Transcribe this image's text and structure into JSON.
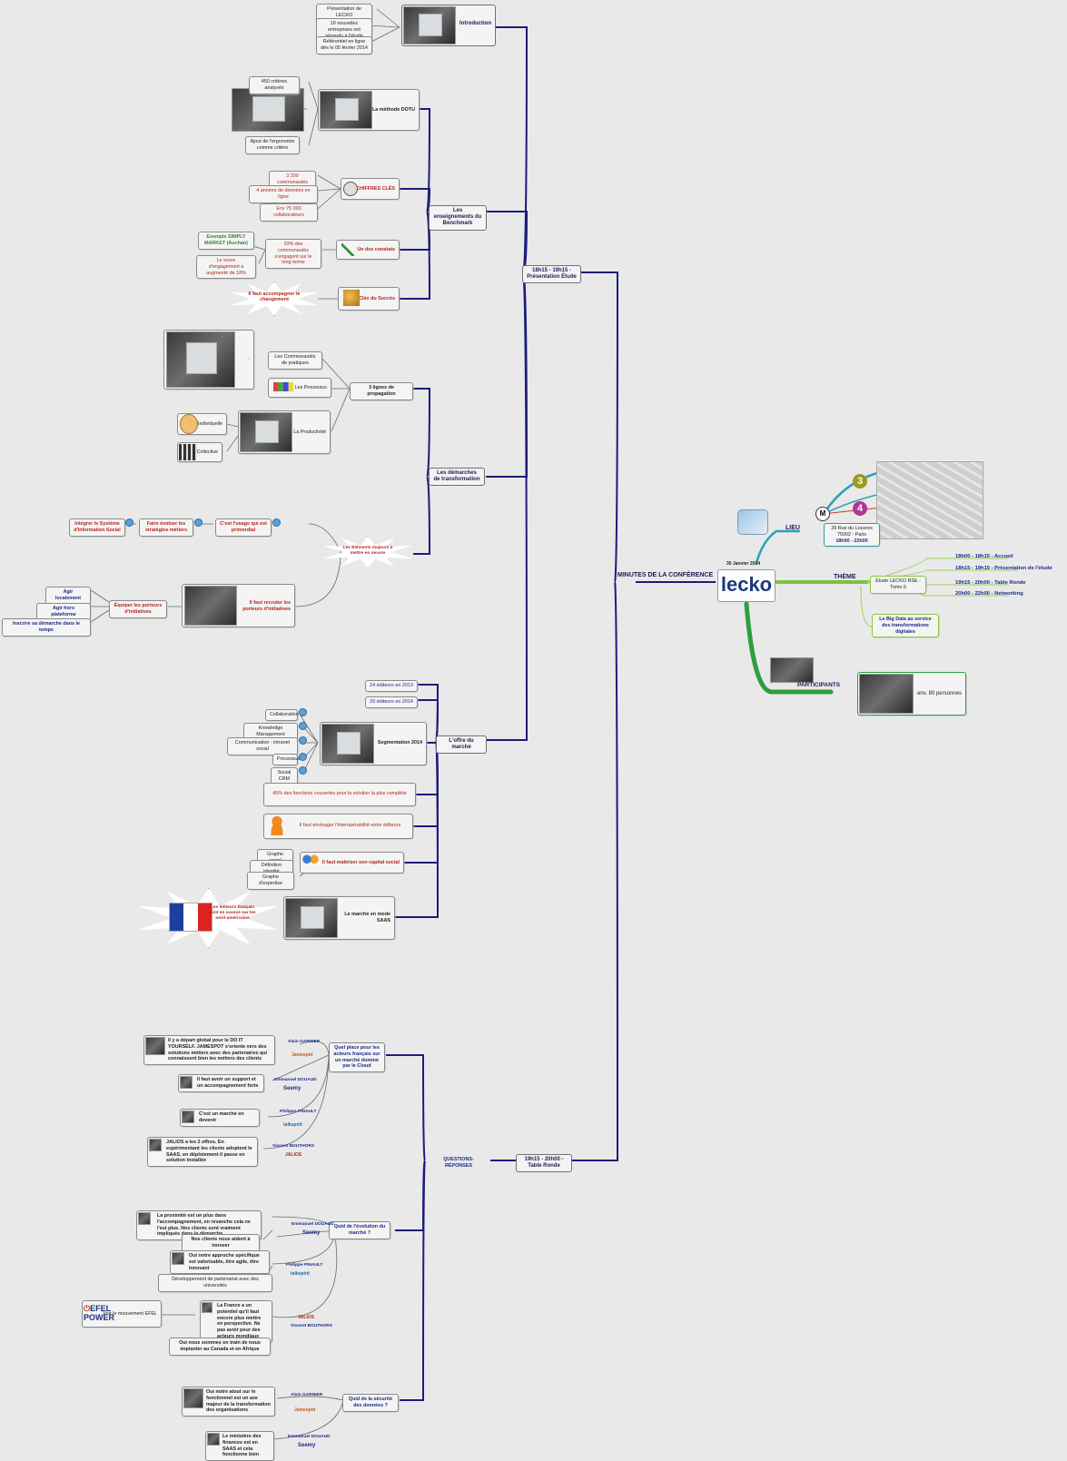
{
  "root": {
    "title": "MINUTES DE LA CONFÉRENCE",
    "date": "30 Janvier 2014",
    "logo": "lecko"
  },
  "intro": {
    "label": "Introduction",
    "items": [
      "Présentation de LECKO",
      "16 nouvelles entreprises ont répondu à l'étude",
      "Référentiel en ligne dès le 05 février 2014"
    ]
  },
  "presentation": {
    "label": "18h15 - 19h15 - Présentation Étude",
    "benchmark": {
      "label": "Les enseignements du Benchmark",
      "methode": {
        "label": "La méthode DOTU",
        "criteres": "450 critères analysés",
        "ergonomie": "Ajout de l'ergonomie comme critère"
      },
      "chiffres": {
        "label": "CHIFFRES CLÉS",
        "items": [
          "3 200 communautés",
          "4 années de données en ligne",
          "Env 75 000 collaborateurs"
        ]
      },
      "constats": {
        "label": "Un des constats",
        "main": "20% des communautés s'engagent sur le long terme",
        "simply": "Exemple SIMPLY MARKET (Auchan)",
        "score": "Le score d'engagement a augmenté de 18%"
      },
      "succes": {
        "label": "Clés du Succès",
        "star": "Il faut accompagner le changement"
      }
    },
    "demarches": {
      "label": "Les démarches de transformation",
      "propagation": {
        "label": "3 lignes de propagation",
        "communautes": "Les Communautés de pratiques",
        "processus": "Les Processus",
        "productivite": "La Productivité",
        "individuelle": "Individuelle",
        "collective": "Collective"
      },
      "elements": {
        "star": "Les Éléments majeurs à mettre en oeuvre",
        "usage": "C'est l'usage qui est primordial",
        "faire": "Faire évoluer les stratégies métiers",
        "integrer": "Intégrer le Système d'Information Social",
        "recruter": "Il faut recruter les porteurs d'initiatives",
        "equiper": "Équiper les porteurs d'initiatives",
        "agir_loc": "Agir localement",
        "agir_hors": "Agir hors plateforme",
        "inscrire": "Inscrire sa démarche dans le temps"
      }
    },
    "offre": {
      "label": "L'offre du marché",
      "editeurs2013": "24 éditeurs en 2013",
      "editeurs2014": "29 éditeurs en 2014",
      "segmentation": {
        "label": "Segmentation 2014",
        "items": [
          "Collaboration",
          "Knowledge Management",
          "Communication - intranet social",
          "Processus",
          "Social CRM"
        ]
      },
      "fonctions": "45% des fonctions couvertes pour la solution la plus complète",
      "interop": "Il faut envisager l'interopérabilité entre éditeurs",
      "capital": {
        "label": "Il faut maîtriser son capital social",
        "items": [
          "Graphe social",
          "Définition identité",
          "Graphe d'expertise"
        ]
      },
      "saas": {
        "label": "Le marché en mode SAAS",
        "star": "Les éditeurs français sont en avance sur les nord-américains"
      }
    }
  },
  "table_ronde": {
    "label": "19h15 - 20h00 - Table Ronde",
    "qr": "QUESTIONS-RÉPONSES",
    "q1": {
      "label": "Quel place pour les acteurs français sur un marché dominé par le Cloud",
      "answers": [
        {
          "speaker": "Alain GARNIER",
          "company": "Jamespot",
          "text": "Il y a départ global pour le DO IT YOURSELF. JAMESPOT s'oriente vers des solutions métiers avec des partenaires qui connaissent bien les métiers des clients"
        },
        {
          "speaker": "Emmanuel DOUAUD",
          "company": "Seemy",
          "text": "Il faut avoir un support et un accompagnement forts"
        },
        {
          "speaker": "Philippe PINAULT",
          "company": "talkspirit",
          "text": "C'est un marché en devenir"
        },
        {
          "speaker": "Vincent BOUTHORS",
          "company": "JALIOS",
          "text": "JALIOS a les 2 offres. En expérimentant les clients adoptent le SAAS, en déploiement il passe en solution installée"
        }
      ]
    },
    "q2": {
      "label": "Quid de l'évolution du marché ?",
      "answers": [
        {
          "speaker": "Emmanuel DOUAUD",
          "company": "Seemy",
          "text": "La proximité est un plus dans l'accompagnement, en revanche cela ne l'est plus. Nos clients sont vraiment impliqués dans la démarche",
          "extra": "Nos clients nous aident à innover"
        },
        {
          "speaker": "Philippe PINAULT",
          "company": "talkspirit",
          "text": "Oui notre approche spécifique est valorisable, être agile, être innovant",
          "extra": "Développement de partenariat avec des universités"
        },
        {
          "speaker": "Vincent BOUTHORS",
          "company": "JALIOS",
          "text": "La France a un potentiel qu'il faut encore plus mettre en perspective. Ne pas avoir peur des acteurs mondiaux",
          "extra": "Oui nous sommes en train de nous implanter au Canada et en Afrique"
        }
      ],
      "efel": {
        "logo": "EFEL POWER",
        "text": "Voir le mouvement EFEL"
      }
    },
    "q3": {
      "label": "Quid de la sécurité des données ?",
      "answers": [
        {
          "speaker": "Alain GARNIER",
          "company": "Jamespot",
          "text": "Oui notre atout sur le fonctionnel est un axe majeur de la transformation des organisations"
        },
        {
          "speaker": "Emmanuel DOUAUD",
          "company": "Seemy",
          "text": "Le ministère des finances est en SAAS et cela fonctionne bien"
        }
      ]
    }
  },
  "lieu": {
    "label": "LIEU",
    "address": "29 Rue du Louvres 75002 - Paris",
    "time": "18h00 - 22h00",
    "metro_lines": [
      "3",
      "4"
    ],
    "metro": "M"
  },
  "theme": {
    "label": "THÈME",
    "etude": "Étude LECKO RSE - Tome 6",
    "bigdata": "Le Big Data au service des transformations digitales",
    "agenda": [
      "18h00 - 18h15 - Accueil",
      "18h15 - 19h15 - Présentation de l'étude",
      "19h15 - 20h00 - Table Ronde",
      "20h00 - 22h00 - Networking"
    ]
  },
  "participants": {
    "label": "PARTICIPANTS",
    "count": "env. 80 personnes"
  },
  "colors": {
    "dark_blue": "#1c1c7a",
    "green": "#7cc242",
    "teal": "#2a9fb8",
    "red": "#b3261e"
  }
}
